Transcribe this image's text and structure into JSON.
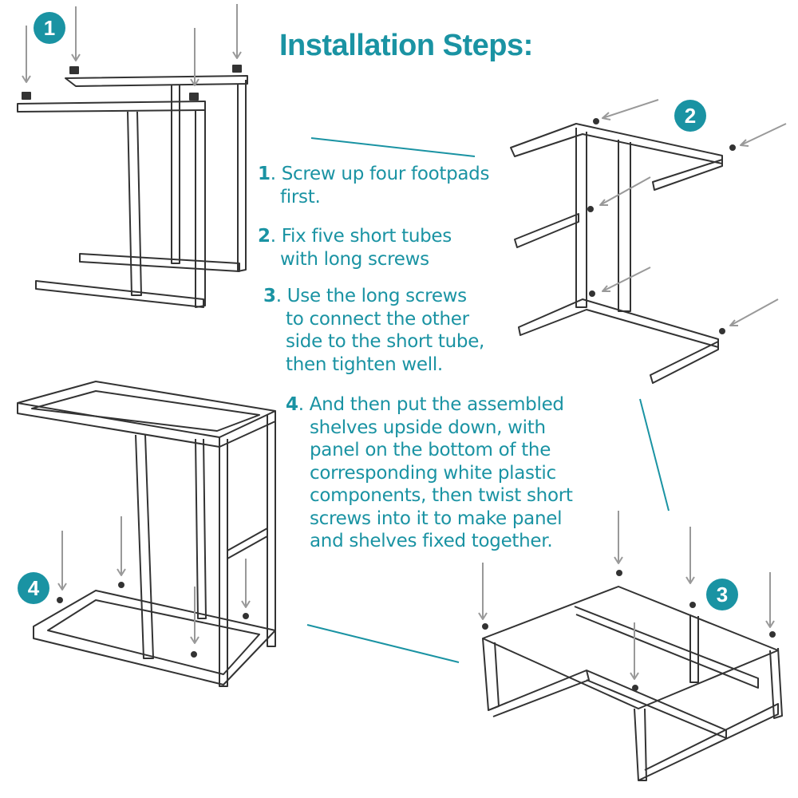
{
  "title": "Installation Steps:",
  "steps": [
    {
      "num": "1",
      "lines": [
        "Screw up four footpads",
        "first."
      ]
    },
    {
      "num": "2",
      "lines": [
        "Fix five short tubes",
        "with long screws"
      ]
    },
    {
      "num": "3",
      "lines": [
        "Use the long screws",
        "to connect the other",
        "side to the short tube,",
        "then tighten well."
      ]
    },
    {
      "num": "4",
      "lines": [
        "And then put the assembled",
        "shelves upside down, with",
        "panel on the bottom of the",
        "corresponding white plastic",
        "components, then twist short",
        "screws into it to make panel",
        "and shelves fixed together."
      ]
    }
  ],
  "badges": [
    "1",
    "2",
    "3",
    "4"
  ],
  "colors": {
    "accent": "#1a93a3",
    "line": "#333333",
    "arrow": "#999999"
  }
}
